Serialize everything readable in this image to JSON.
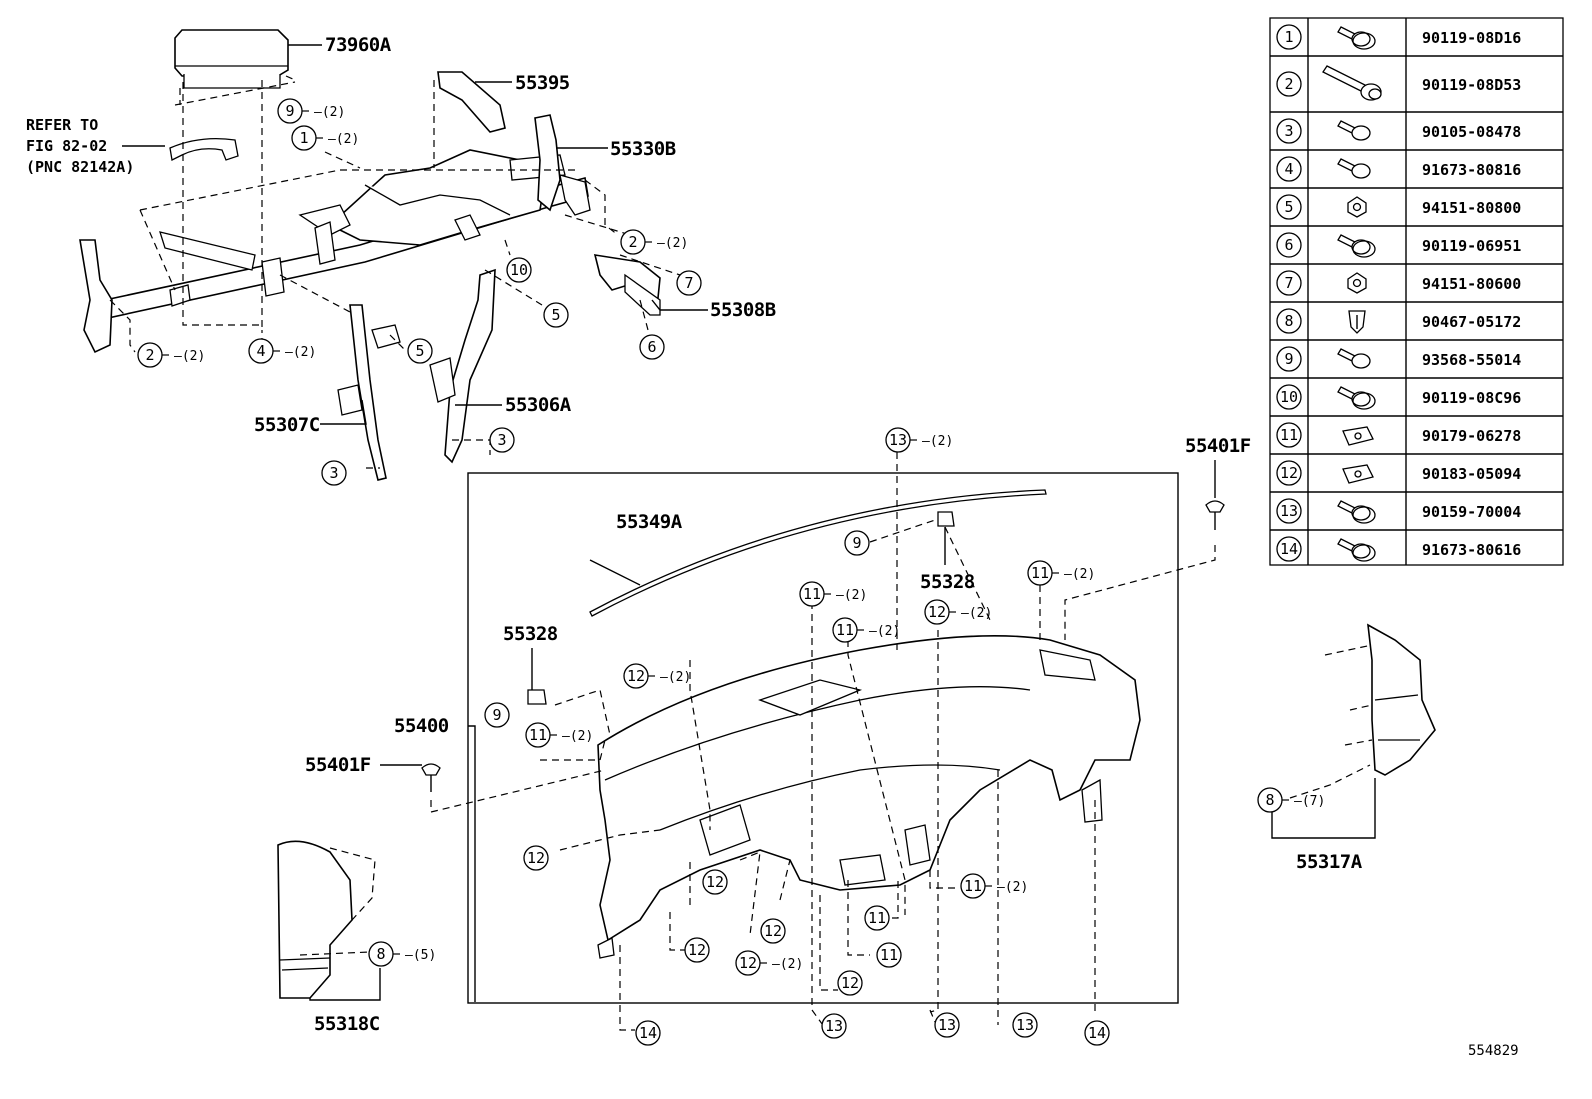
{
  "callouts": [
    {
      "code": "73960A"
    },
    {
      "code": "55395"
    },
    {
      "code": "55330B"
    },
    {
      "code": "55308B"
    },
    {
      "code": "55306A"
    },
    {
      "code": "55307C"
    },
    {
      "code": "55401F"
    },
    {
      "code": "55349A"
    },
    {
      "code": "55328"
    },
    {
      "code": "55328"
    },
    {
      "code": "55400"
    },
    {
      "code": "55401F"
    },
    {
      "code": "55318C"
    },
    {
      "code": "55317A"
    }
  ],
  "reference_note": [
    "REFER TO",
    "FIG 82-02",
    "(PNC 82142A)"
  ],
  "bubbles": [
    {
      "num": "9",
      "qty": "(2)"
    },
    {
      "num": "1",
      "qty": "(2)"
    },
    {
      "num": "2",
      "qty": "(2)"
    },
    {
      "num": "10",
      "qty": ""
    },
    {
      "num": "7",
      "qty": ""
    },
    {
      "num": "5",
      "qty": ""
    },
    {
      "num": "6",
      "qty": ""
    },
    {
      "num": "2",
      "qty": "(2)"
    },
    {
      "num": "4",
      "qty": "(2)"
    },
    {
      "num": "5",
      "qty": ""
    },
    {
      "num": "3",
      "qty": ""
    },
    {
      "num": "3",
      "qty": ""
    },
    {
      "num": "13",
      "qty": "(2)"
    },
    {
      "num": "9",
      "qty": ""
    },
    {
      "num": "11",
      "qty": "(2)"
    },
    {
      "num": "11",
      "qty": "(2)"
    },
    {
      "num": "11",
      "qty": "(2)"
    },
    {
      "num": "12",
      "qty": "(2)"
    },
    {
      "num": "12",
      "qty": "(2)"
    },
    {
      "num": "9",
      "qty": ""
    },
    {
      "num": "11",
      "qty": "(2)"
    },
    {
      "num": "12",
      "qty": ""
    },
    {
      "num": "12",
      "qty": ""
    },
    {
      "num": "12",
      "qty": ""
    },
    {
      "num": "12",
      "qty": ""
    },
    {
      "num": "12",
      "qty": "(2)"
    },
    {
      "num": "11",
      "qty": ""
    },
    {
      "num": "11",
      "qty": ""
    },
    {
      "num": "12",
      "qty": ""
    },
    {
      "num": "11",
      "qty": "(2)"
    },
    {
      "num": "14",
      "qty": ""
    },
    {
      "num": "13",
      "qty": ""
    },
    {
      "num": "13",
      "qty": ""
    },
    {
      "num": "13",
      "qty": ""
    },
    {
      "num": "14",
      "qty": ""
    },
    {
      "num": "8",
      "qty": "(5)"
    },
    {
      "num": "8",
      "qty": "(7)"
    }
  ],
  "fastener_table": [
    {
      "num": "1",
      "icon": "bolt-washer-icon",
      "part": "90119-08D16"
    },
    {
      "num": "2",
      "icon": "long-bolt-icon",
      "part": "90119-08D53"
    },
    {
      "num": "3",
      "icon": "bolt-icon",
      "part": "90105-08478"
    },
    {
      "num": "4",
      "icon": "bolt-icon",
      "part": "91673-80816"
    },
    {
      "num": "5",
      "icon": "nut-icon",
      "part": "94151-80800"
    },
    {
      "num": "6",
      "icon": "bolt-washer-icon",
      "part": "90119-06951"
    },
    {
      "num": "7",
      "icon": "nut-icon",
      "part": "94151-80600"
    },
    {
      "num": "8",
      "icon": "clip-icon",
      "part": "90467-05172"
    },
    {
      "num": "9",
      "icon": "screw-icon",
      "part": "93568-55014"
    },
    {
      "num": "10",
      "icon": "bolt-washer-icon",
      "part": "90119-08C96"
    },
    {
      "num": "11",
      "icon": "u-nut-icon",
      "part": "90179-06278"
    },
    {
      "num": "12",
      "icon": "u-nut-icon",
      "part": "90183-05094"
    },
    {
      "num": "13",
      "icon": "screw-washer-icon",
      "part": "90159-70004"
    },
    {
      "num": "14",
      "icon": "bolt-washer-icon",
      "part": "91673-80616"
    }
  ],
  "figure_number": "554829"
}
